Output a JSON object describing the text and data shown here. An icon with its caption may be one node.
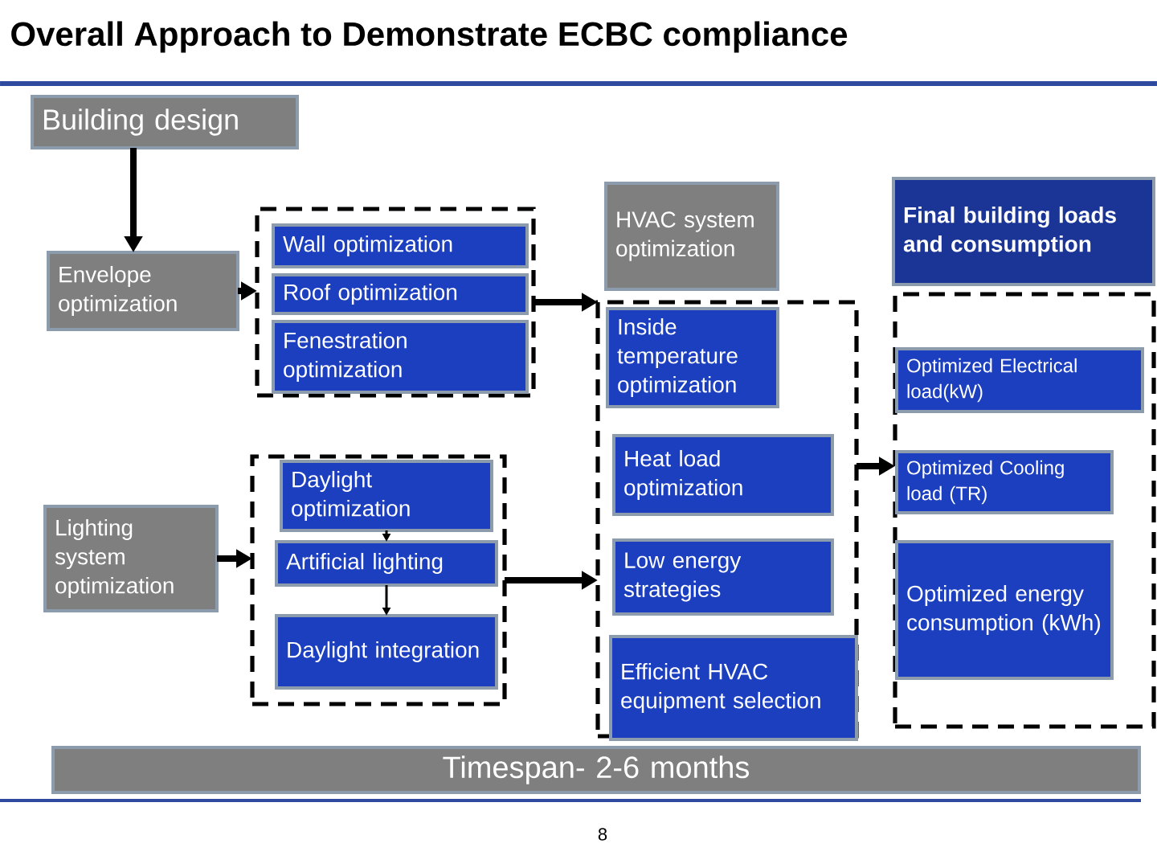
{
  "diagram": {
    "title": "Overall Approach to Demonstrate ECBC compliance",
    "nodes": [
      {
        "text": [
          "Building design"
        ]
      },
      {
        "text": [
          "Envelope optimization"
        ]
      },
      {
        "text": [],
        "shape": "box"
      },
      {
        "text": [
          "Wall optimization"
        ],
        "in": 2
      },
      {
        "text": [
          "Roof optimization"
        ],
        "in": 2
      },
      {
        "text": [
          "Fenestration optimization"
        ],
        "in": 2
      },
      {
        "text": [
          "Lighting system optimization"
        ]
      },
      {
        "text": [],
        "shape": "box"
      },
      {
        "text": [
          "Daylight optimization"
        ],
        "in": 7
      },
      {
        "text": [
          "Artificial lighting"
        ],
        "in": 7
      },
      {
        "text": [
          "Daylight integration"
        ],
        "in": 7
      },
      {
        "text": [
          "HVAC system optimization"
        ]
      },
      {
        "text": [],
        "shape": "box"
      },
      {
        "text": [
          "Inside temperature optimization"
        ],
        "in": 12
      },
      {
        "text": [
          "Heat load optimization"
        ],
        "in": 12
      },
      {
        "text": [
          "Low energy strategies"
        ],
        "in": 12
      },
      {
        "text": [
          "Efficient HVAC equipment selection"
        ],
        "in": 12
      },
      {
        "text": [
          "Final building loads and consumption"
        ]
      },
      {
        "text": [],
        "shape": "box"
      },
      {
        "text": [
          "Optimized  Electrical load(kW)"
        ],
        "in": 18
      },
      {
        "text": [
          "Optimized Cooling load (TR)"
        ],
        "in": 18
      },
      {
        "text": [
          "Optimized energy consumption (kWh)"
        ],
        "in": 18
      },
      {
        "text": [
          "Timespan- 2-6 months"
        ]
      }
    ],
    "edges": [
      {
        "from": 0,
        "to": 1,
        "arrow": "to"
      },
      {
        "from": 1,
        "to": 2,
        "arrow": "to"
      },
      {
        "from": 6,
        "to": 7,
        "arrow": "to"
      },
      {
        "from": 8,
        "to": 9,
        "arrow": "to"
      },
      {
        "from": 9,
        "to": 10,
        "arrow": "to"
      },
      {
        "from": 2,
        "to": 12,
        "arrow": "to"
      },
      {
        "from": 7,
        "to": 12,
        "arrow": "to"
      },
      {
        "from": 12,
        "to": 18,
        "arrow": "to"
      }
    ],
    "labels": [
      "8"
    ]
  }
}
